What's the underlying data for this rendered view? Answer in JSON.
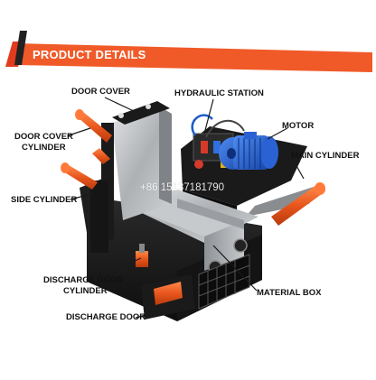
{
  "header": {
    "title": "PRODUCT DETAILS",
    "colors": {
      "banner": "#f05a28",
      "stripe": "#222222",
      "accent_red": "#e13b1e"
    }
  },
  "labels": {
    "door_cover": "DOOR COVER",
    "door_cover_cylinder_line1": "DOOR COVER",
    "door_cover_cylinder_line2": "CYLINDER",
    "side_cylinder": "SIDE CYLINDER",
    "discharge_door_cylinder_line1": "DISCHARGE DOOR",
    "discharge_door_cylinder_line2": "CYLINDER",
    "discharge_door": "DISCHARGE DOOR",
    "hydraulic_station": "HYDRAULIC STATION",
    "motor": "MOTOR",
    "main_cylinder": "MAIN CYLINDER",
    "material_box": "MATERIAL BOX"
  },
  "watermark": "+86 15137181790",
  "machine": {
    "colors": {
      "body": "#1c1c1c",
      "steel": "#b9bcbf",
      "cylinder": "#e8561c",
      "motor": "#1f5fd0"
    }
  }
}
